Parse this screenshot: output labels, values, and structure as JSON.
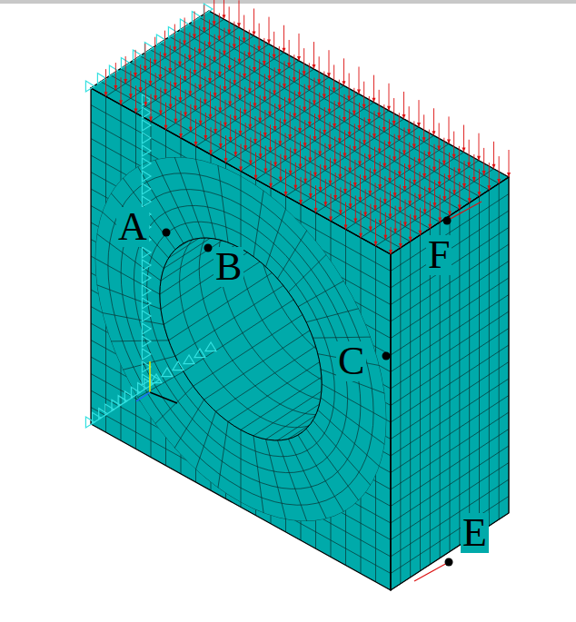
{
  "diagram": {
    "labels": [
      "A",
      "B",
      "C",
      "F",
      "E"
    ]
  }
}
